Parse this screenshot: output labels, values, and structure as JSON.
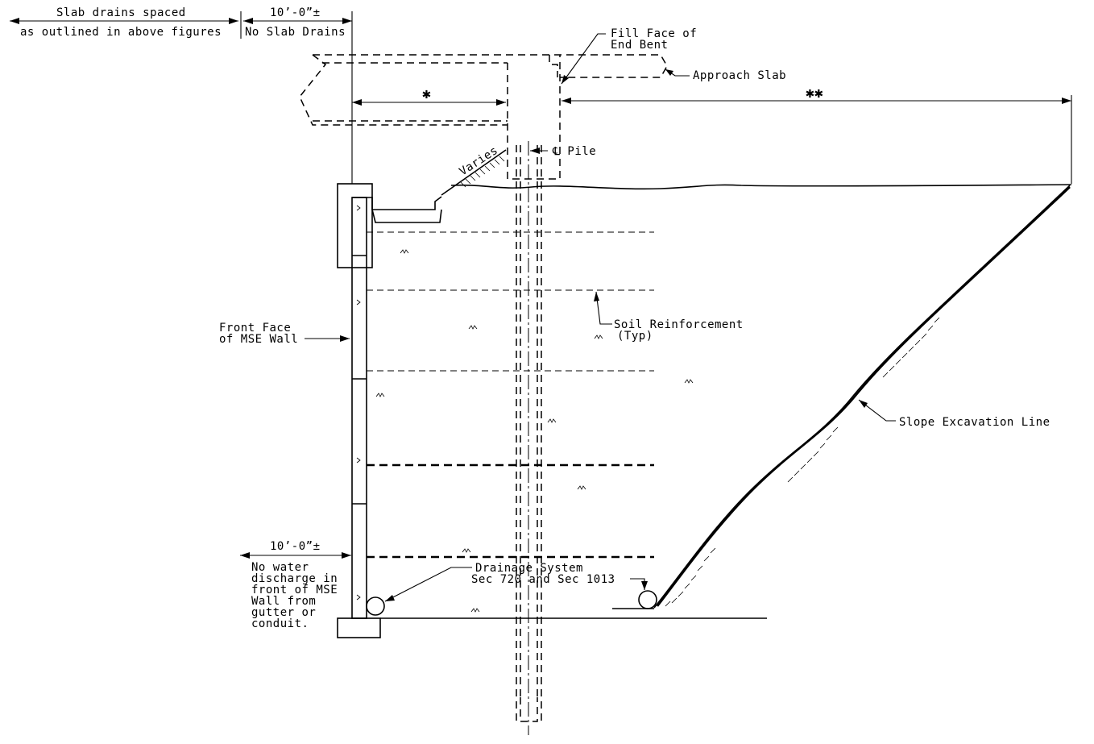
{
  "header": {
    "left_label_line1": "Slab drains spaced",
    "left_label_line2": "as outlined in above figures",
    "right_dim": "10’-0”±",
    "right_label": "No Slab Drains"
  },
  "callouts": {
    "fill_face_line1": "Fill Face of",
    "fill_face_line2": "End Bent",
    "approach_slab": "Approach Slab",
    "single_star": "✱",
    "double_star": "✱✱",
    "pile": "℄ Pile",
    "varies": "Varies",
    "soil_reinf_line1": "Soil Reinforcement",
    "soil_reinf_line2": "(Typ)",
    "front_face_line1": "Front Face",
    "front_face_line2": "of MSE Wall",
    "slope_excavation": "Slope Excavation Line",
    "bottom_dim": "10’-0”±",
    "no_water_lines": [
      "No water",
      "discharge in",
      "front of MSE",
      "Wall from",
      "gutter or",
      "conduit."
    ],
    "drainage_line1": "Drainage System",
    "drainage_line2": "Sec 720 and Sec 1013"
  }
}
